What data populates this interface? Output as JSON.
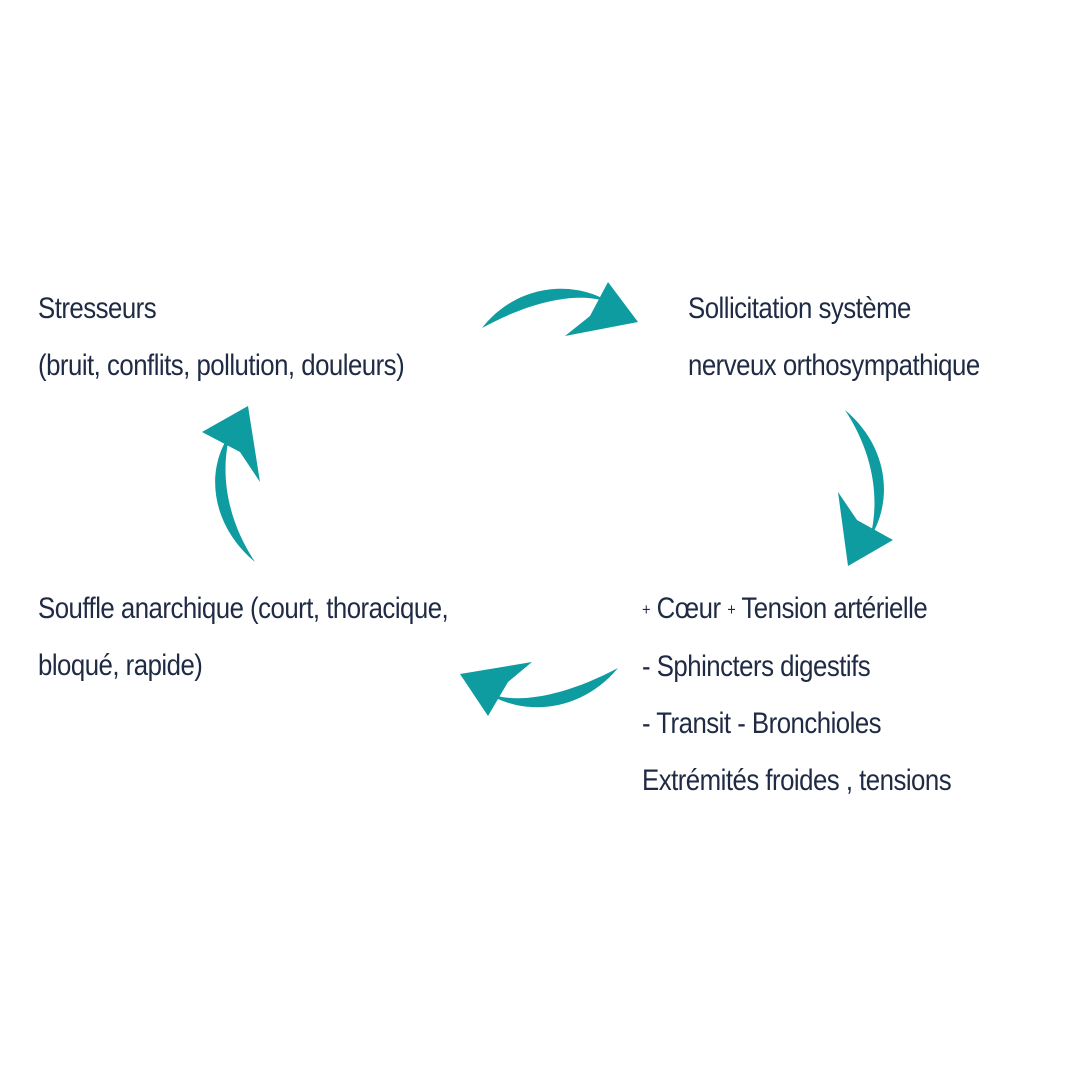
{
  "colors": {
    "arrow": "#0e9ca1",
    "text": "#1f2a44",
    "background": "#ffffff"
  },
  "nodes": {
    "stressors": {
      "line1": "Stresseurs",
      "line2": "(bruit, conflits, pollution, douleurs)"
    },
    "orthosympathetic": {
      "line1": "Sollicitation système",
      "line2": "nerveux orthosympathique"
    },
    "effects": {
      "plus1": "+",
      "line1_a": " Cœur ",
      "plus2": "+",
      "line1_b": " Tension artérielle",
      "line2": "- Sphincters digestifs",
      "line3": "- Transit - Bronchioles",
      "line4": "Extrémités froides , tensions"
    },
    "breath": {
      "line1": "Souffle anarchique (court, thoracique,",
      "line2": "bloqué, rapide)"
    }
  },
  "arrows": [
    {
      "from": "stressors",
      "to": "orthosympathetic",
      "icon": "curved-arrow-right-icon"
    },
    {
      "from": "orthosympathetic",
      "to": "effects",
      "icon": "curved-arrow-down-icon"
    },
    {
      "from": "effects",
      "to": "breath",
      "icon": "curved-arrow-left-icon"
    },
    {
      "from": "breath",
      "to": "stressors",
      "icon": "curved-arrow-up-icon"
    }
  ]
}
